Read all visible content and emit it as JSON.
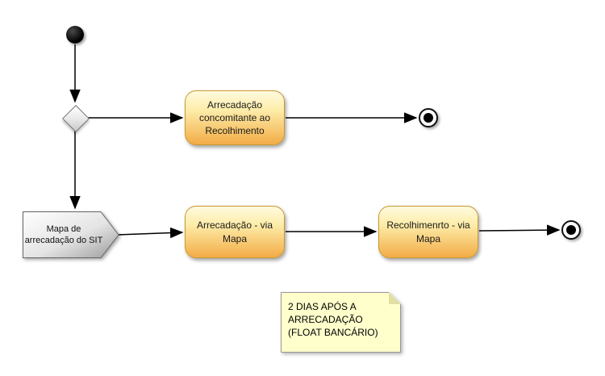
{
  "diagram": {
    "type": "uml-activity-diagram",
    "nodes": {
      "initial": {
        "type": "initial"
      },
      "decision": {
        "type": "decision"
      },
      "activity_concomitante": {
        "label": "Arrecadação concomitante ao Recolhimento"
      },
      "signal_mapa_sit": {
        "label": "Mapa de arrecadação do SIT"
      },
      "activity_via_mapa": {
        "label": "Arrecadação - via Mapa"
      },
      "activity_recolhimento": {
        "label": "Recolhimenrto - via Mapa"
      },
      "final_top": {
        "type": "final"
      },
      "final_bottom": {
        "type": "final"
      },
      "note": {
        "label": "2 DIAS APÓS A ARRECADAÇÃO (FLOAT BANCÁRIO)"
      }
    },
    "edges": [
      {
        "from": "initial",
        "to": "decision"
      },
      {
        "from": "decision",
        "to": "activity_concomitante"
      },
      {
        "from": "activity_concomitante",
        "to": "final_top"
      },
      {
        "from": "decision",
        "to": "signal_mapa_sit"
      },
      {
        "from": "signal_mapa_sit",
        "to": "activity_via_mapa"
      },
      {
        "from": "activity_via_mapa",
        "to": "activity_recolhimento"
      },
      {
        "from": "activity_recolhimento",
        "to": "final_bottom"
      }
    ],
    "colors": {
      "activity_fill_top": "#FFFADE",
      "activity_fill_bottom": "#F2AB47",
      "activity_border": "#C8992F",
      "signal_fill_top": "#FFFFFF",
      "signal_fill_bottom": "#9A9A9A",
      "note_fill": "#FFFFCC",
      "note_border": "#999999",
      "connector": "#000000",
      "background": "#FFFFFF"
    }
  }
}
